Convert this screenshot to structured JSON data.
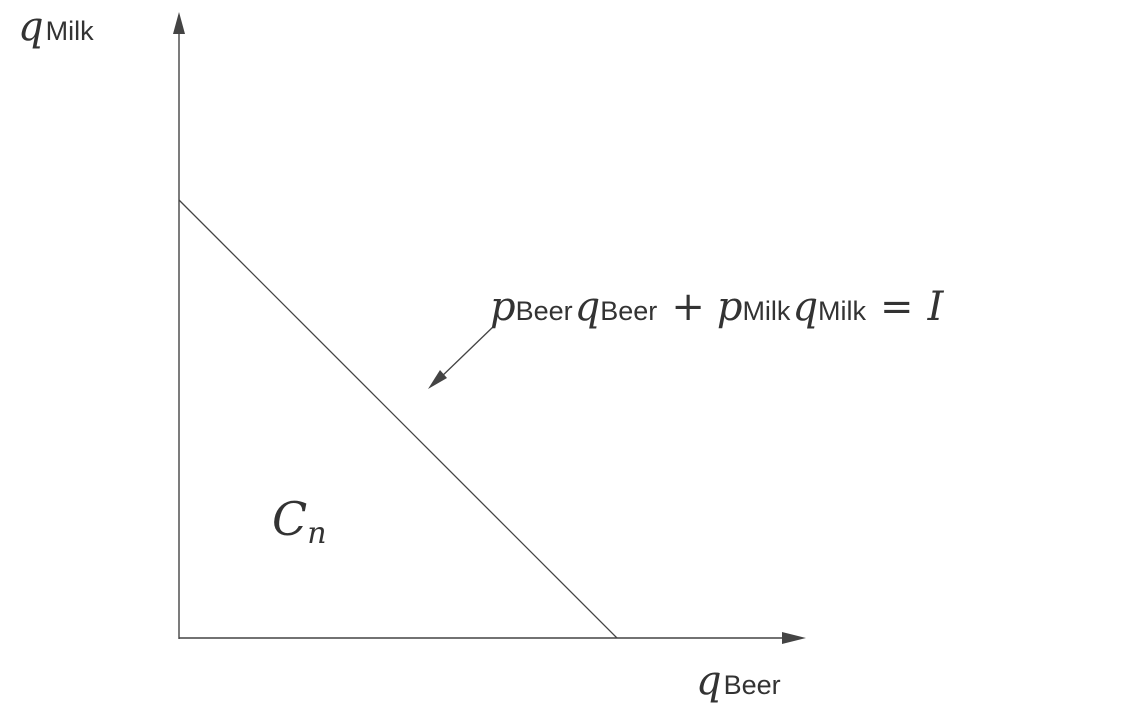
{
  "axes": {
    "y_symbol": "q",
    "y_subscript": "Milk",
    "x_symbol": "q",
    "x_subscript": "Beer"
  },
  "budget_equation": {
    "p1": "p",
    "p1_sub": "Beer",
    "q1": "q",
    "q1_sub": "Beer",
    "plus": "+",
    "p2": "p",
    "p2_sub": "Milk",
    "q2": "q",
    "q2_sub": "Milk",
    "equals": "=",
    "rhs": "I"
  },
  "region_label": {
    "symbol": "C",
    "subscript": "n"
  }
}
